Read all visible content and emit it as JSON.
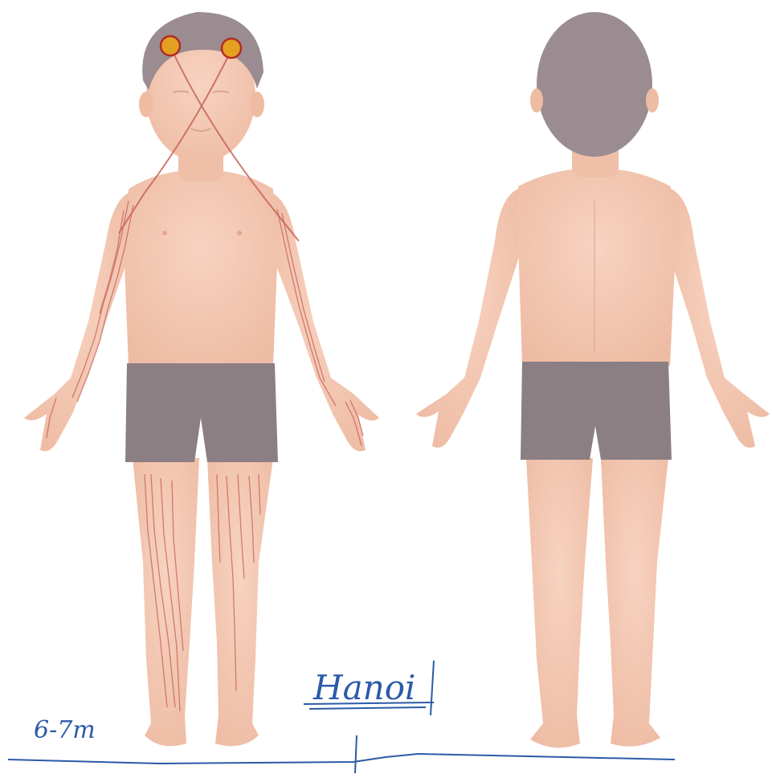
{
  "figure": {
    "kind": "body-map",
    "views": [
      "front",
      "back"
    ],
    "colors": {
      "background": "#ffffff",
      "skin": "#f3c6b0",
      "skin_shade": "#e9b39c",
      "hair": "#9a8c90",
      "shorts": "#8b7f84",
      "marking_strokes": "#c7655a",
      "pain_point_fill": "#e7a21c",
      "pain_point_ring": "#b3261e",
      "pen_ink": "#2b5aa8"
    },
    "markings": {
      "icon": "scribble-lines",
      "regions": [
        "right-upper-arm",
        "right-forearm",
        "left-forearm",
        "left-hand",
        "right-thigh",
        "left-thigh",
        "right-shin",
        "left-shin"
      ]
    },
    "pain_points": {
      "icon": "circle-dot",
      "count": 2,
      "locations": [
        "right-temple",
        "left-temple"
      ]
    },
    "annotations": {
      "age_note": "6-7m",
      "signature": "Hanoi",
      "signature_underline": "double"
    }
  }
}
